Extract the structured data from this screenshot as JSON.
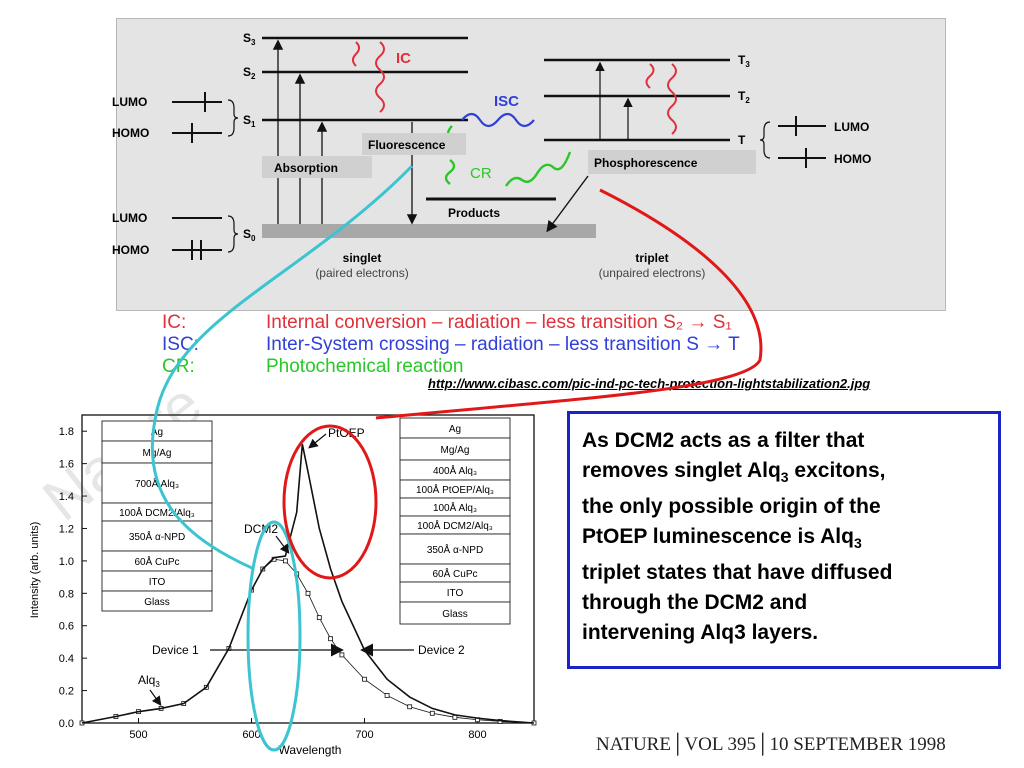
{
  "jablonski": {
    "singlet_levels": [
      "S",
      "S",
      "S",
      "S"
    ],
    "singlet_subs": [
      "3",
      "2",
      "1",
      "0"
    ],
    "triplet_levels": [
      "T",
      "T",
      "T"
    ],
    "triplet_subs": [
      "3",
      "2",
      ""
    ],
    "ic_label": "IC",
    "isc_label": "ISC",
    "cr_label": "CR",
    "fluorescence_label": "Fluorescence",
    "absorption_label": "Absorption",
    "phosphorescence_label": "Phosphorescence",
    "products_label": "Products",
    "lumo_label": "LUMO",
    "homo_label": "HOMO",
    "singlet_title": "singlet",
    "singlet_sub": "(paired electrons)",
    "triplet_title": "triplet",
    "triplet_sub": "(unpaired electrons)"
  },
  "legend": [
    {
      "abbr": "IC:",
      "desc": "Internal conversion – radiation – less transition S₂ → S₁",
      "color": "#e0303a"
    },
    {
      "abbr": "ISC:",
      "desc": "Inter-System crossing – radiation – less transition S → T",
      "color": "#3040d8"
    },
    {
      "abbr": "CR:",
      "desc": "Photochemical reaction",
      "color": "#28c828"
    }
  ],
  "source_url": "http://www.cibasc.com/pic-ind-pc-tech-protection-lightstabilization2.jpg",
  "note": {
    "line1": "As DCM2 acts as a filter that",
    "line2_pre": "removes singlet Alq",
    "line2_sub": "3",
    "line2_post": " excitons,",
    "line3": "the only possible origin of the",
    "line4_pre": "PtOEP luminescence is Alq",
    "line4_sub": "3",
    "line5": "triplet states that have diffused",
    "line6": "through the DCM2 and",
    "line7": "intervening Alq3 layers."
  },
  "citation": "NATURE│VOL 395│10 SEPTEMBER 1998",
  "watermark": "Nature",
  "plot": {
    "ylabel": "Intensity (arb. units)",
    "xlabel": "Wavelength",
    "y_ticks": [
      "0.0",
      "0.2",
      "0.4",
      "0.6",
      "0.8",
      "1.0",
      "1.2",
      "1.4",
      "1.6",
      "1.8"
    ],
    "x_ticks": [
      "500",
      "600",
      "700",
      "800"
    ],
    "label_ptoep": "PtOEP",
    "label_dcm2": "DCM2",
    "label_alq3_pre": "Alq",
    "label_alq3_sub": "3",
    "label_device1": "Device 1",
    "label_device2": "Device 2",
    "device1_stack": [
      "Ag",
      "Mg/Ag",
      "700Å Alq₃",
      "100Å DCM2/Alq₃",
      "350Å α-NPD",
      "60Å CuPc",
      "ITO",
      "Glass"
    ],
    "device2_stack": [
      "Ag",
      "Mg/Ag",
      "400Å Alq₃",
      "100Å PtOEP/Alq₃",
      "100Å Alq₃",
      "100Å DCM2/Alq₃",
      "350Å α-NPD",
      "60Å CuPc",
      "ITO",
      "Glass"
    ]
  },
  "chart_data": {
    "type": "line",
    "xlabel": "Wavelength",
    "ylabel": "Intensity (arb. units)",
    "xlim": [
      450,
      850
    ],
    "ylim": [
      0,
      1.9
    ],
    "series": [
      {
        "name": "Device 1",
        "x": [
          450,
          480,
          500,
          520,
          540,
          560,
          580,
          600,
          610,
          620,
          630,
          640,
          650,
          660,
          670,
          680,
          700,
          720,
          740,
          760,
          780,
          800,
          820,
          850
        ],
        "y": [
          0.0,
          0.04,
          0.07,
          0.09,
          0.12,
          0.22,
          0.46,
          0.82,
          0.95,
          1.01,
          1.0,
          0.92,
          0.8,
          0.65,
          0.52,
          0.42,
          0.27,
          0.17,
          0.1,
          0.06,
          0.035,
          0.02,
          0.01,
          0.0
        ]
      },
      {
        "name": "Device 2",
        "x": [
          450,
          480,
          500,
          520,
          540,
          560,
          580,
          600,
          610,
          620,
          630,
          640,
          645,
          650,
          660,
          670,
          680,
          700,
          720,
          740,
          760,
          780,
          800,
          820,
          850
        ],
        "y": [
          0.0,
          0.04,
          0.07,
          0.09,
          0.12,
          0.22,
          0.46,
          0.82,
          0.95,
          1.02,
          1.03,
          1.3,
          1.72,
          1.55,
          1.2,
          0.95,
          0.75,
          0.45,
          0.27,
          0.16,
          0.09,
          0.05,
          0.03,
          0.015,
          0.0
        ]
      }
    ]
  }
}
